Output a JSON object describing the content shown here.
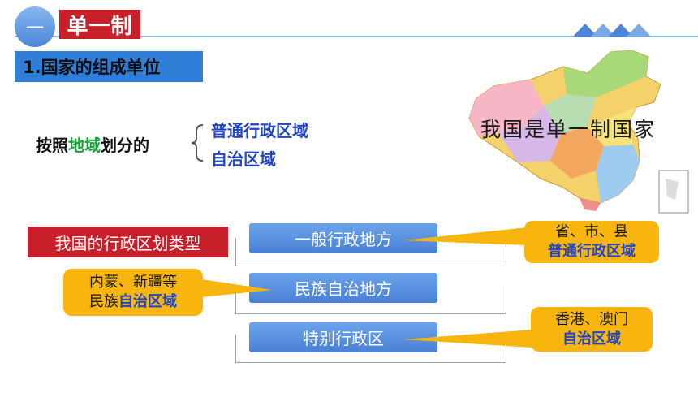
{
  "section": {
    "number": "一",
    "title": "单一制"
  },
  "subheading": "1.国家的组成单位",
  "classification": {
    "prefix": "按照",
    "highlight": "地域",
    "suffix": "划分的",
    "regions": [
      "普通行政区域",
      "自治区域"
    ]
  },
  "map": {
    "caption": "我国是单一制国家"
  },
  "admin_types": {
    "label": "我国的行政区划类型",
    "items": [
      "一般行政地方",
      "民族自治地方",
      "特别行政区"
    ]
  },
  "callouts": [
    {
      "line1": "省、市、县",
      "line2_prefix": "",
      "line2_blue": "普通行政区域"
    },
    {
      "line1": "内蒙、新疆等",
      "line2_prefix": "民族",
      "line2_blue": "自治区域"
    },
    {
      "line1": "香港、澳门",
      "line2_prefix": "",
      "line2_blue": "自治区域"
    }
  ],
  "colors": {
    "accent_red": "#c8202a",
    "accent_blue": "#2f7fd9",
    "callout_yellow": "#f7b50e",
    "text_blue": "#2246c8",
    "highlight_green": "#1aa23a"
  }
}
